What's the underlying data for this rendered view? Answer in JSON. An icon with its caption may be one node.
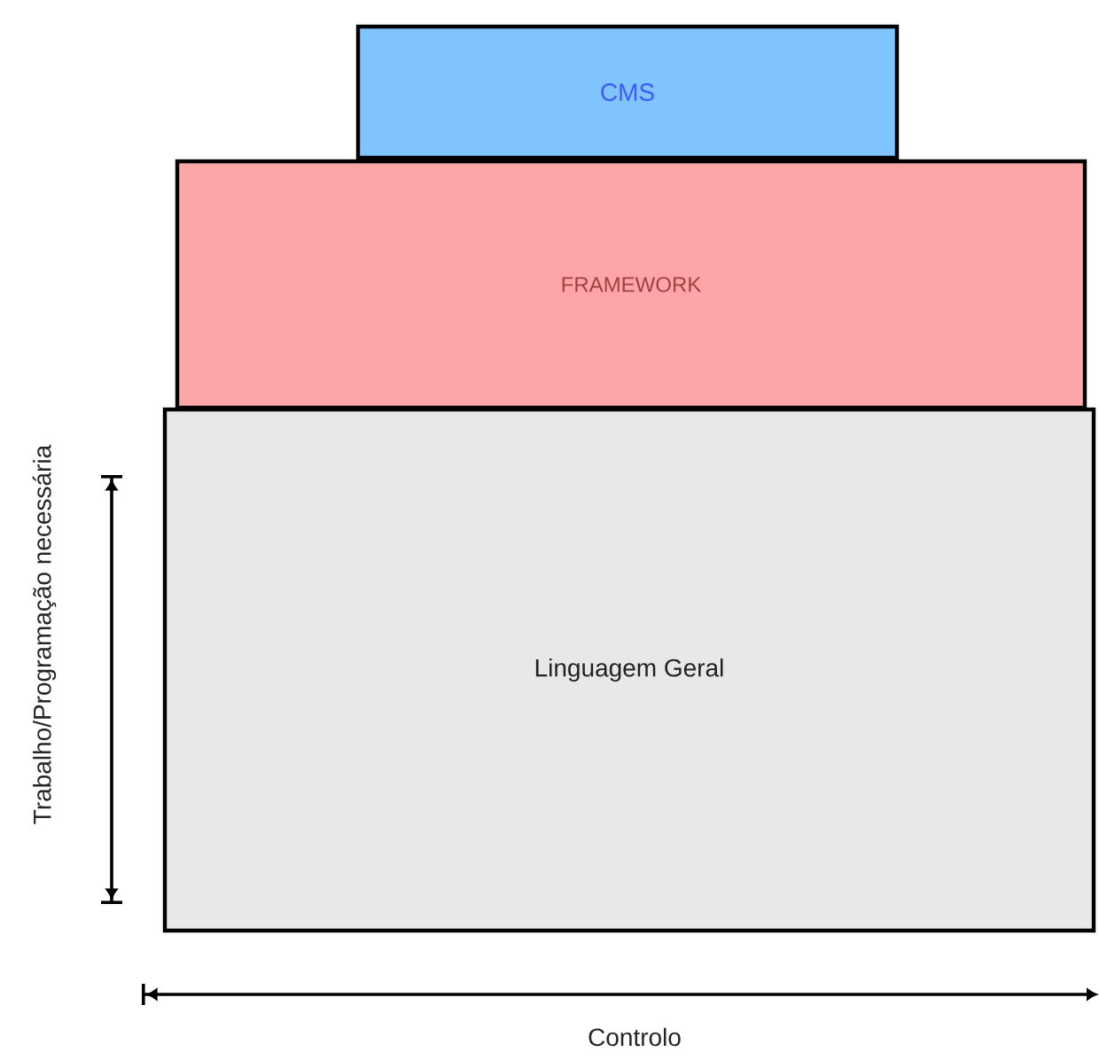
{
  "diagram": {
    "nodes": [
      {
        "text": [
          "CMS"
        ]
      },
      {
        "text": [
          "FRAMEWORK"
        ]
      },
      {
        "text": [
          "Linguagem Geral"
        ]
      }
    ],
    "labels": [
      "Trabalho/Programação necessária",
      "Controlo"
    ]
  }
}
